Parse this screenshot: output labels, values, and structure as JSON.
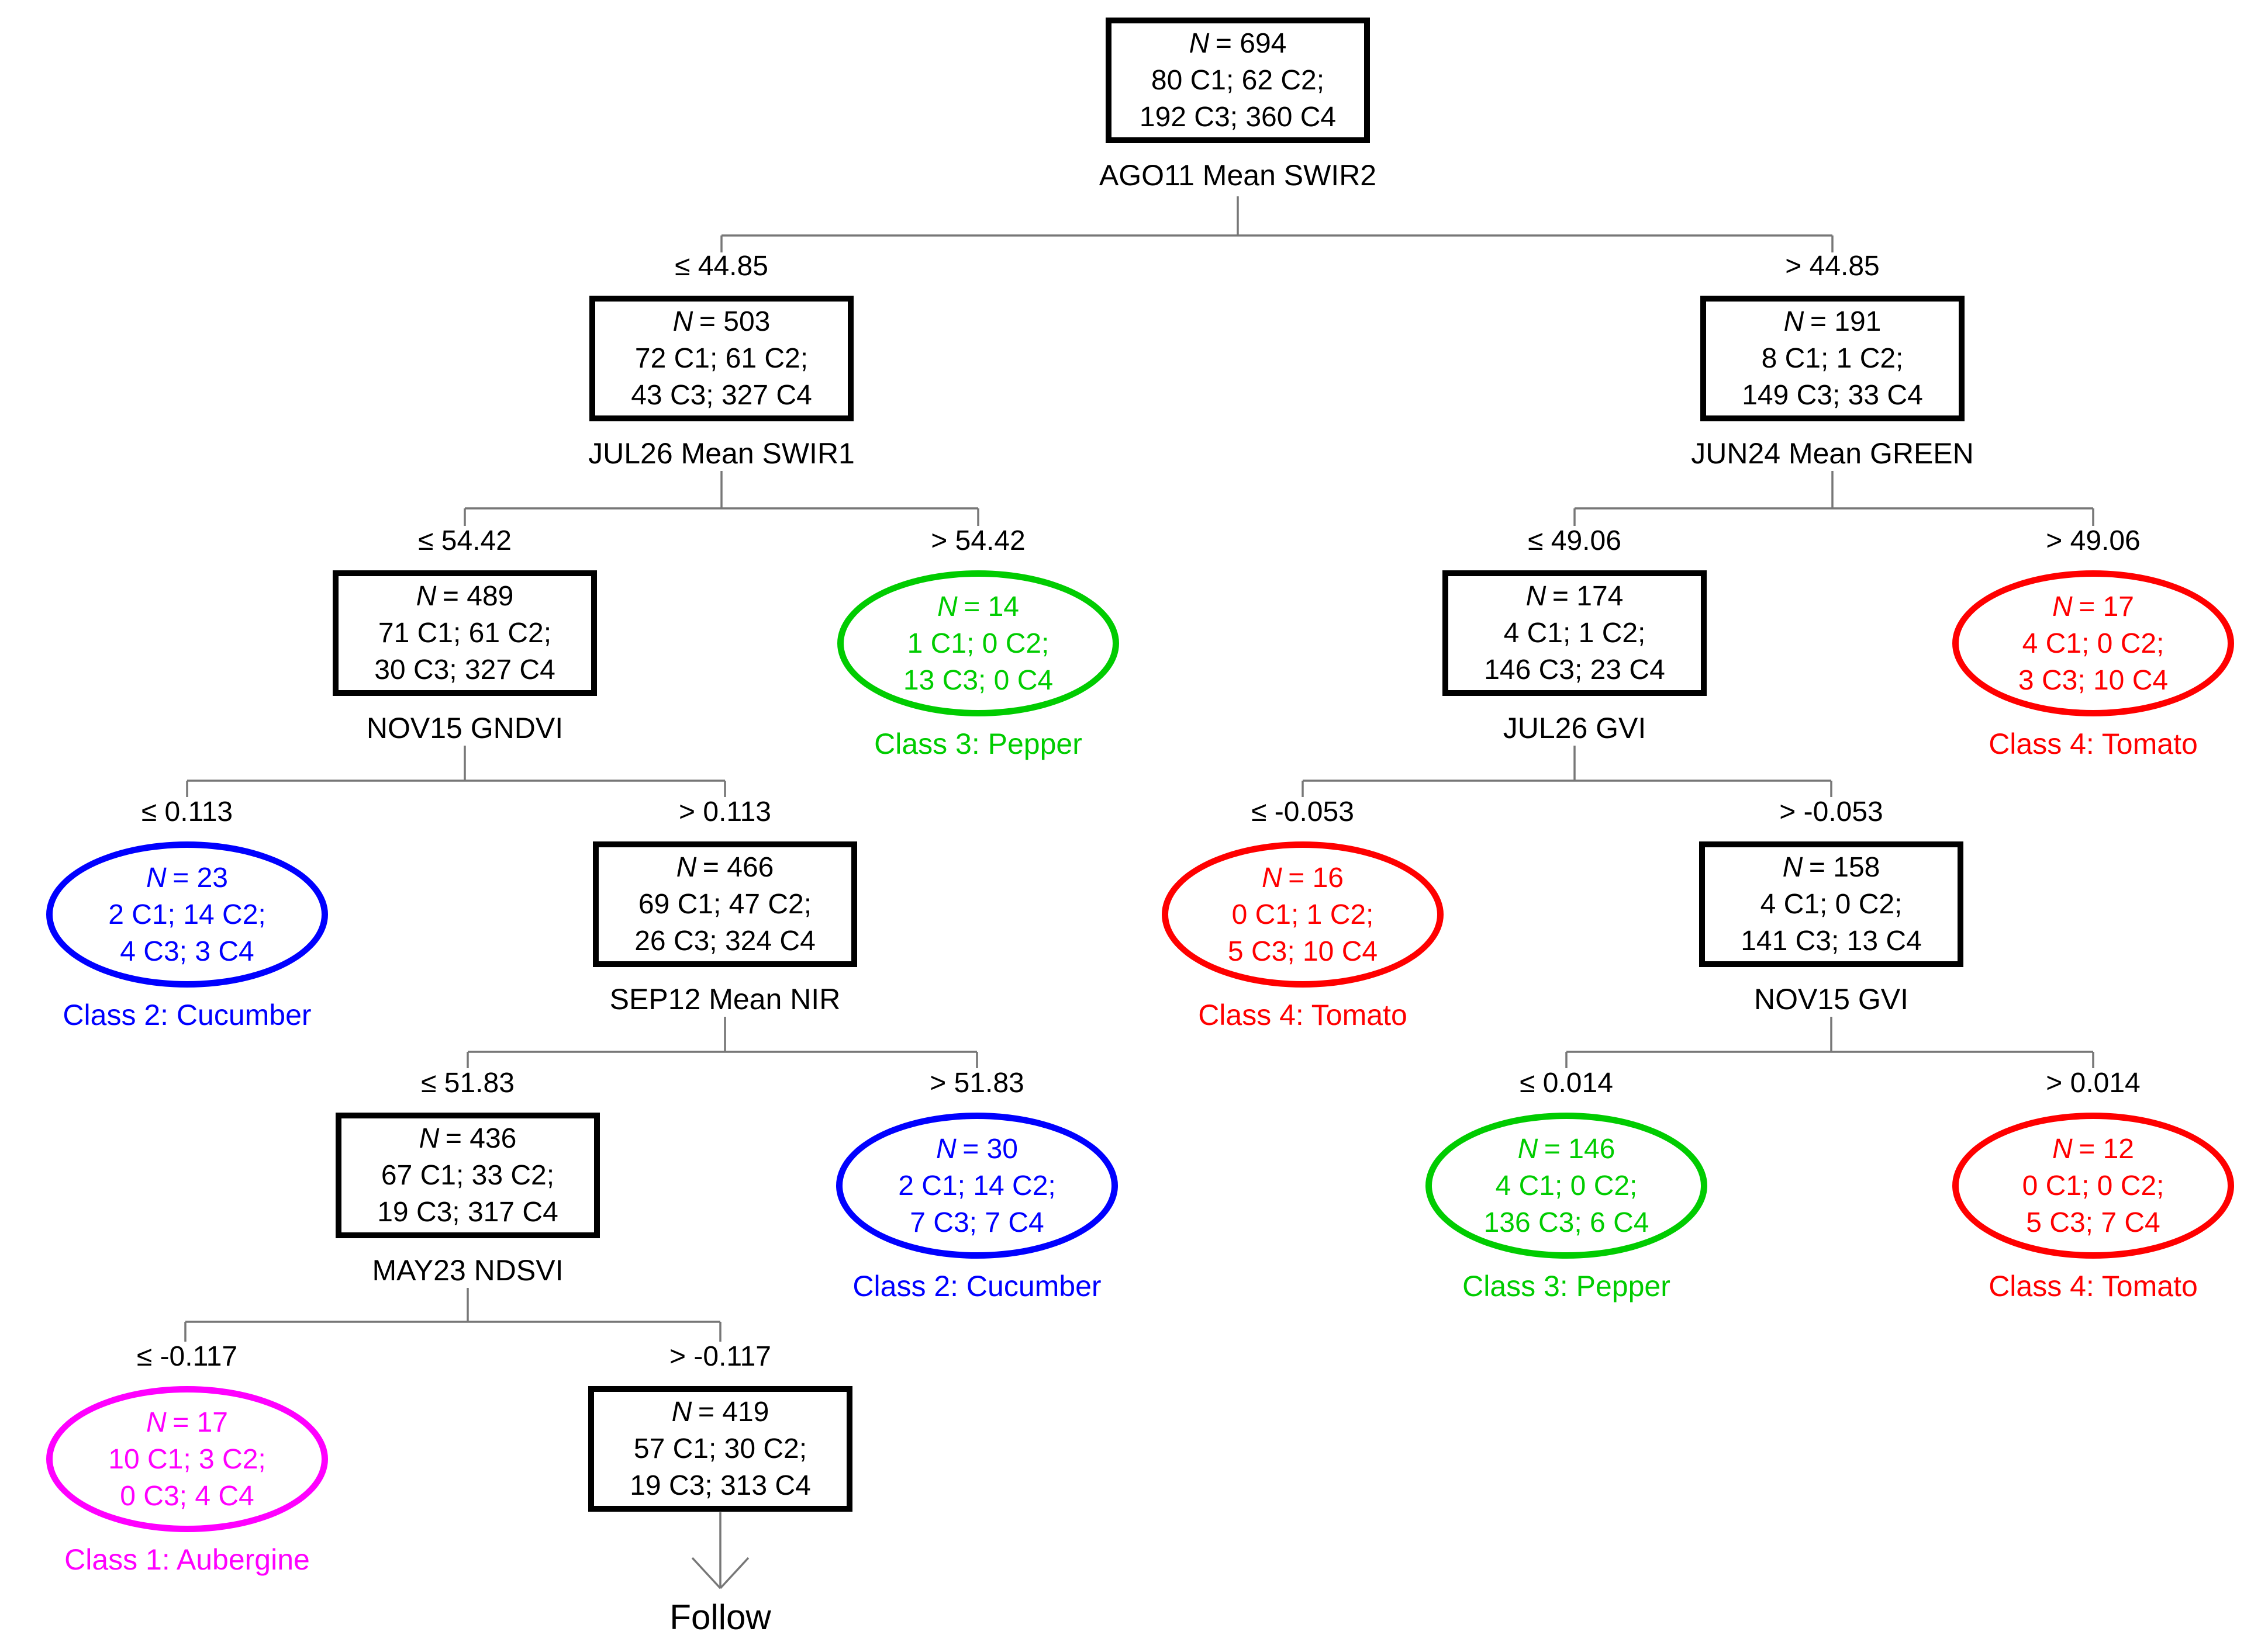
{
  "figure": {
    "type": "decision-tree",
    "n_symbol": "N",
    "follow_label": "Follow",
    "background_color": "#FFFFFF",
    "connector_color": "#777777",
    "internal_node_color": "#000000",
    "class_colors": {
      "class1_aubergine": "#FF00FF",
      "class2_cucumber": "#0000FF",
      "class3_pepper": "#00CC00",
      "class4_tomato": "#FF0000"
    }
  },
  "nodes": {
    "root": {
      "n": "= 694",
      "counts1": "80 C1; 62 C2;",
      "counts2": "192 C3; 360 C4",
      "label": "AGO11 Mean SWIR2"
    },
    "l": {
      "split": "≤ 44.85",
      "n": "= 503",
      "counts1": "72 C1; 61 C2;",
      "counts2": "43 C3; 327 C4",
      "label": "JUL26 Mean SWIR1"
    },
    "r": {
      "split": "> 44.85",
      "n": "= 191",
      "counts1": "8 C1; 1 C2;",
      "counts2": "149 C3; 33 C4",
      "label": "JUN24 Mean GREEN"
    },
    "ll": {
      "split": "≤ 54.42",
      "n": "= 489",
      "counts1": "71 C1; 61 C2;",
      "counts2": "30 C3; 327 C4",
      "label": "NOV15 GNDVI"
    },
    "lr": {
      "split": "> 54.42",
      "n": "= 14",
      "counts1": "1 C1; 0 C2;",
      "counts2": "13 C3; 0 C4",
      "class_label": "Class 3: Pepper"
    },
    "rl": {
      "split": "≤ 49.06",
      "n": "= 174",
      "counts1": "4 C1; 1 C2;",
      "counts2": "146 C3; 23 C4",
      "label": "JUL26 GVI"
    },
    "rr": {
      "split": "> 49.06",
      "n": "= 17",
      "counts1": "4 C1; 0 C2;",
      "counts2": "3 C3; 10 C4",
      "class_label": "Class 4: Tomato"
    },
    "lll": {
      "split": "≤ 0.113",
      "n": "= 23",
      "counts1": "2 C1; 14 C2;",
      "counts2": "4 C3; 3 C4",
      "class_label": "Class 2: Cucumber"
    },
    "llr": {
      "split": "> 0.113",
      "n": "= 466",
      "counts1": "69 C1; 47 C2;",
      "counts2": "26 C3; 324 C4",
      "label": "SEP12 Mean NIR"
    },
    "rll": {
      "split": "≤ -0.053",
      "n": "= 16",
      "counts1": "0 C1; 1 C2;",
      "counts2": "5 C3; 10 C4",
      "class_label": "Class 4: Tomato"
    },
    "rlr": {
      "split": "> -0.053",
      "n": "= 158",
      "counts1": "4 C1; 0 C2;",
      "counts2": "141 C3; 13 C4",
      "label": "NOV15 GVI"
    },
    "llrl": {
      "split": "≤ 51.83",
      "n": "= 436",
      "counts1": "67 C1; 33 C2;",
      "counts2": "19 C3; 317 C4",
      "label": "MAY23 NDSVI"
    },
    "llrr": {
      "split": "> 51.83",
      "n": "= 30",
      "counts1": "2 C1; 14 C2;",
      "counts2": "7 C3; 7 C4",
      "class_label": "Class 2: Cucumber"
    },
    "rlrl": {
      "split": "≤ 0.014",
      "n": "= 146",
      "counts1": "4 C1; 0 C2;",
      "counts2": "136 C3; 6 C4",
      "class_label": "Class 3: Pepper"
    },
    "rlrr": {
      "split": "> 0.014",
      "n": "= 12",
      "counts1": "0 C1; 0 C2;",
      "counts2": "5 C3; 7 C4",
      "class_label": "Class 4: Tomato"
    },
    "llrll": {
      "split": "≤ -0.117",
      "n": "= 17",
      "counts1": "10 C1; 3 C2;",
      "counts2": "0 C3; 4 C4",
      "class_label": "Class 1: Aubergine"
    },
    "llrlr": {
      "split": "> -0.117",
      "n": "= 419",
      "counts1": "57 C1; 30 C2;",
      "counts2": "19 C3; 313 C4"
    }
  }
}
